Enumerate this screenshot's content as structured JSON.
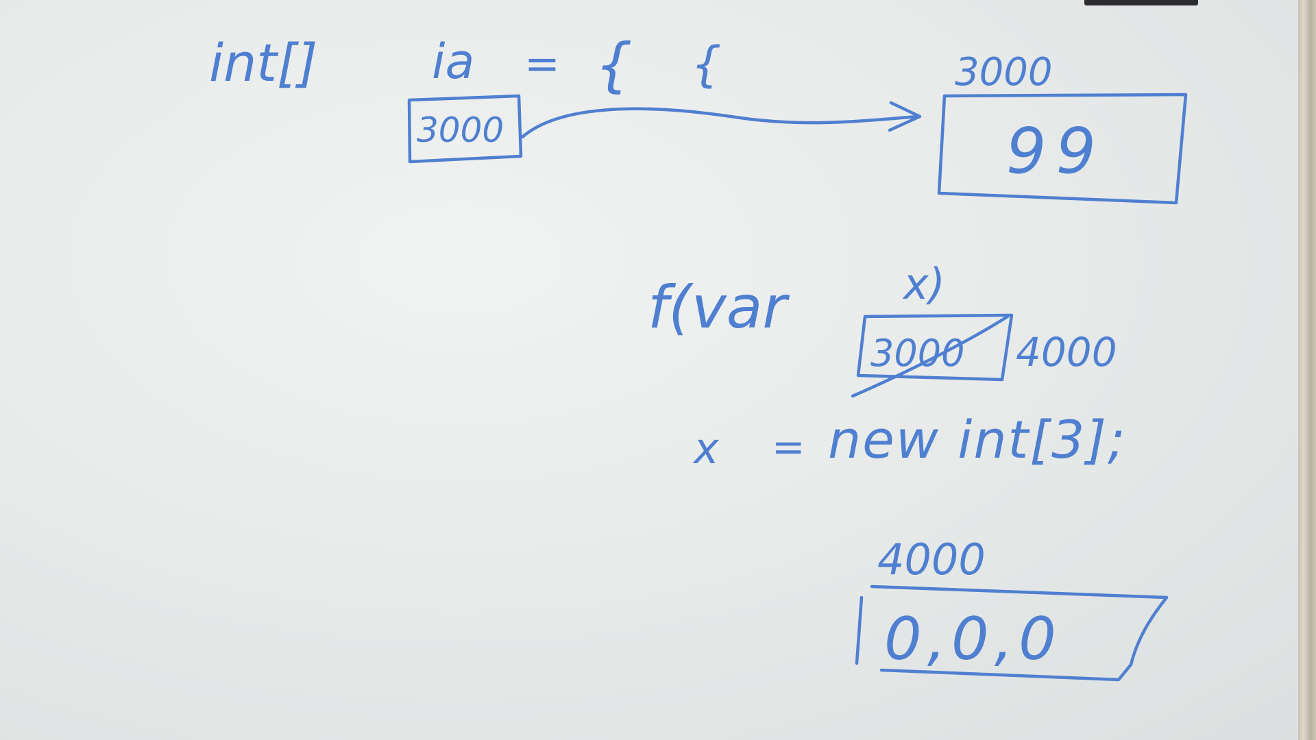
{
  "board": {
    "declaration": {
      "type": "int[]",
      "name": "ia",
      "equals": "=",
      "brace_1": "{",
      "brace_2": "{"
    },
    "reference_box": "3000",
    "heap_array_1": {
      "address": "3000",
      "contents": "99"
    },
    "function": {
      "signature_start": "f(var",
      "param": "x)",
      "old_reference": "3000",
      "new_reference": "4000"
    },
    "assignment": {
      "lhs": "x",
      "equals": "=",
      "rhs": "new int[3];"
    },
    "heap_array_2": {
      "address": "4000",
      "contents": "0,0,0"
    }
  },
  "colors": {
    "marker": "#4f7fd0",
    "board": "#e8ebea"
  }
}
